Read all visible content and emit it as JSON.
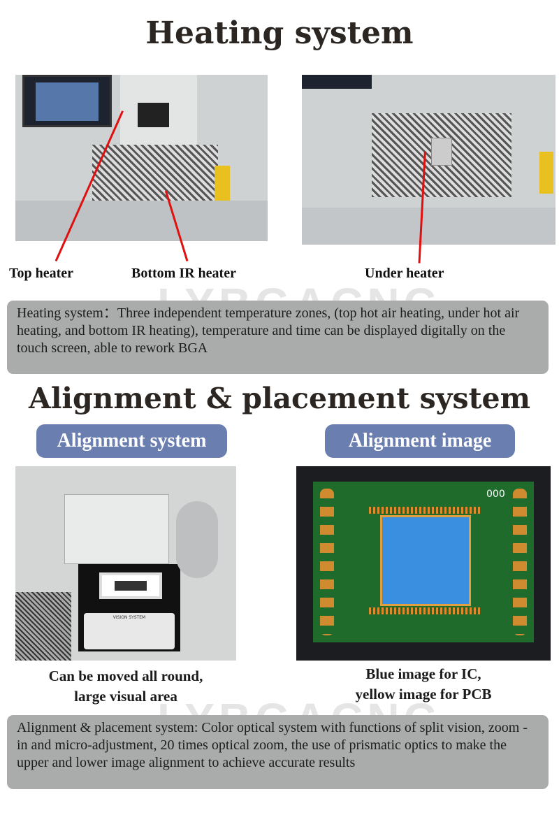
{
  "heating": {
    "title": "Heating system",
    "labels": [
      "Top heater",
      "Bottom IR heater",
      "Under heater"
    ],
    "description": "Heating system：Three independent temperature zones, (top hot air heating, under hot air heating, and bottom IR heating), temperature and time can be displayed digitally on the touch screen, able to rework BGA"
  },
  "alignment": {
    "title": "Alignment & placement system",
    "pills": [
      "Alignment system",
      "Alignment image"
    ],
    "caption_left": [
      "Can be moved all round,",
      "large visual area"
    ],
    "caption_right": [
      "Blue image for IC,",
      "yellow image for PCB"
    ],
    "screen_text": "000",
    "vision_label": "VISION SYSTEM",
    "description": "Alignment & placement system: Color optical system with functions of split vision, zoom - in and micro-adjustment, 20 times optical zoom, the use of prismatic optics to make the upper and lower image alignment to achieve accurate results"
  },
  "watermark": "LYBGACNC"
}
